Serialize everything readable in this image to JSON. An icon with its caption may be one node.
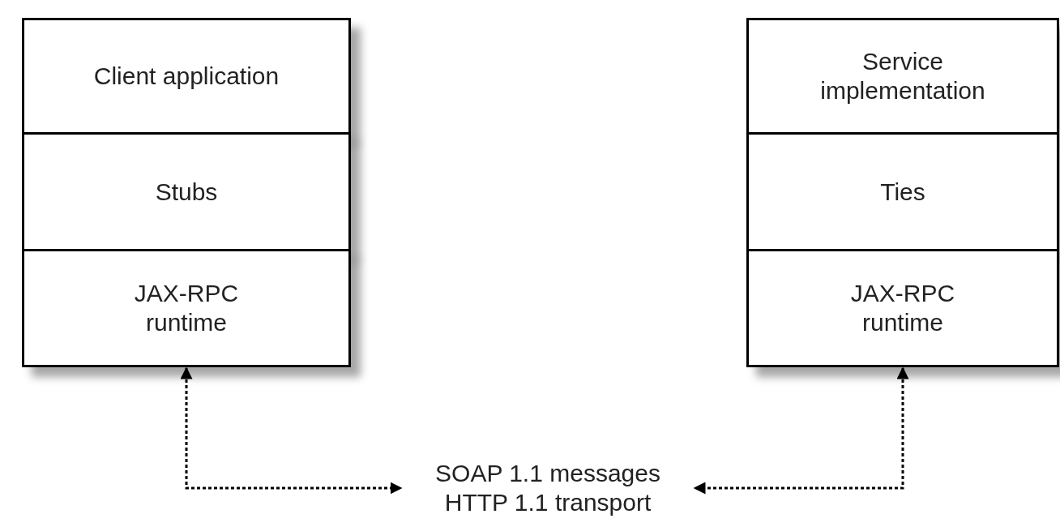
{
  "diagram": {
    "nodes": [
      {
        "text": [
          "Client application"
        ]
      },
      {
        "text": [
          "Stubs"
        ]
      },
      {
        "text": [
          "JAX-RPC runtime"
        ]
      },
      {
        "text": [
          "Service implementation"
        ]
      },
      {
        "text": [
          "Ties"
        ]
      },
      {
        "text": [
          "JAX-RPC runtime"
        ]
      },
      {
        "text": [
          "SOAP 1.1 messages HTTP 1.1 transport"
        ]
      }
    ],
    "edges": [
      {
        "from": 2,
        "to": 6,
        "arrow": "both",
        "style": "dashed"
      },
      {
        "from": 5,
        "to": 6,
        "arrow": "both",
        "style": "dashed"
      }
    ]
  }
}
